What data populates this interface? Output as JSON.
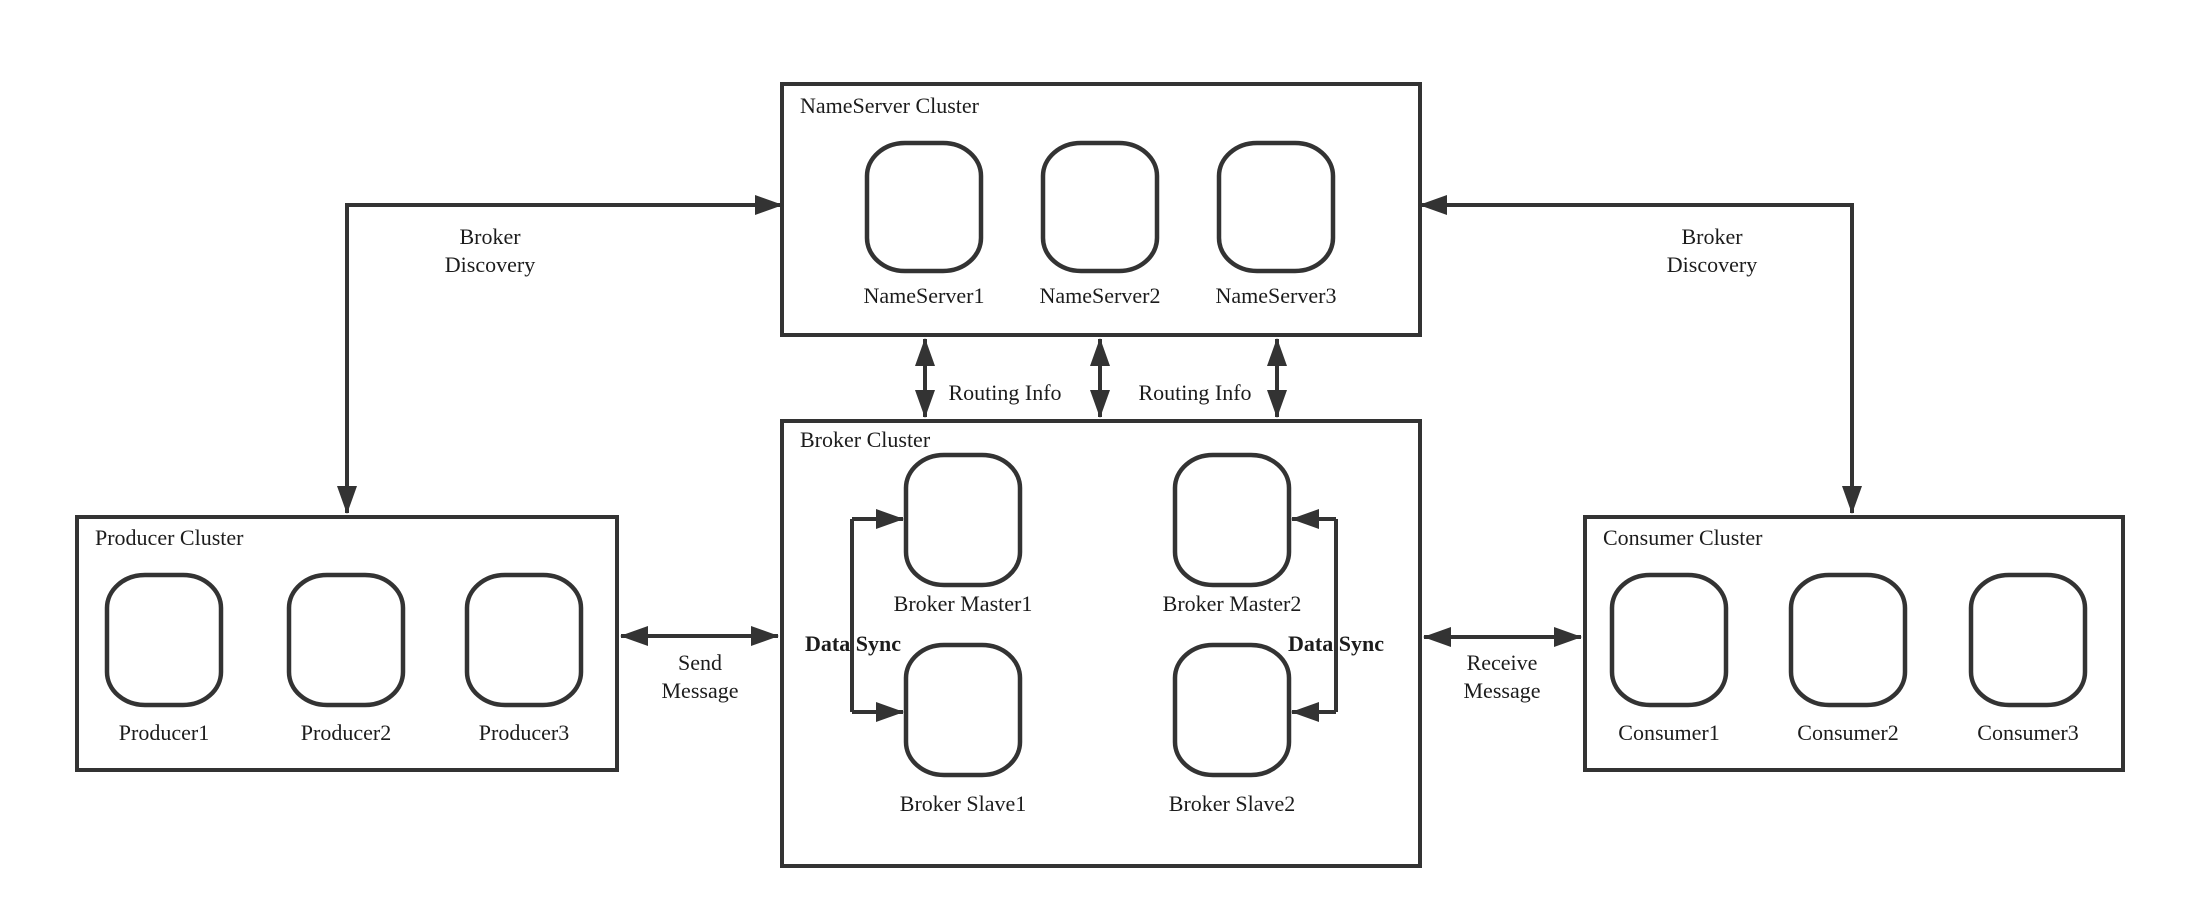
{
  "diagram": {
    "type": "architecture-diagram",
    "background": "#ffffff",
    "colors": {
      "line": "#333333",
      "text": "#1c1c1c",
      "node_fill": "#ffffff"
    },
    "clusters": {
      "nameserver": {
        "title": "NameServer Cluster",
        "nodes": [
          "NameServer1",
          "NameServer2",
          "NameServer3"
        ]
      },
      "broker": {
        "title": "Broker Cluster",
        "nodes": [
          "Broker Master1",
          "Broker Master2",
          "Broker Slave1",
          "Broker Slave2"
        ]
      },
      "producer": {
        "title": "Producer Cluster",
        "nodes": [
          "Producer1",
          "Producer2",
          "Producer3"
        ]
      },
      "consumer": {
        "title": "Consumer Cluster",
        "nodes": [
          "Consumer1",
          "Consumer2",
          "Consumer3"
        ]
      }
    },
    "edge_labels": {
      "broker_discovery_left": {
        "line1": "Broker",
        "line2": "Discovery"
      },
      "broker_discovery_right": {
        "line1": "Broker",
        "line2": "Discovery"
      },
      "routing_info_1": "Routing Info",
      "routing_info_2": "Routing Info",
      "data_sync_1": "Data Sync",
      "data_sync_2": "Data Sync",
      "send_message": {
        "line1": "Send",
        "line2": "Message"
      },
      "receive_message": {
        "line1": "Receive",
        "line2": "Message"
      }
    }
  }
}
